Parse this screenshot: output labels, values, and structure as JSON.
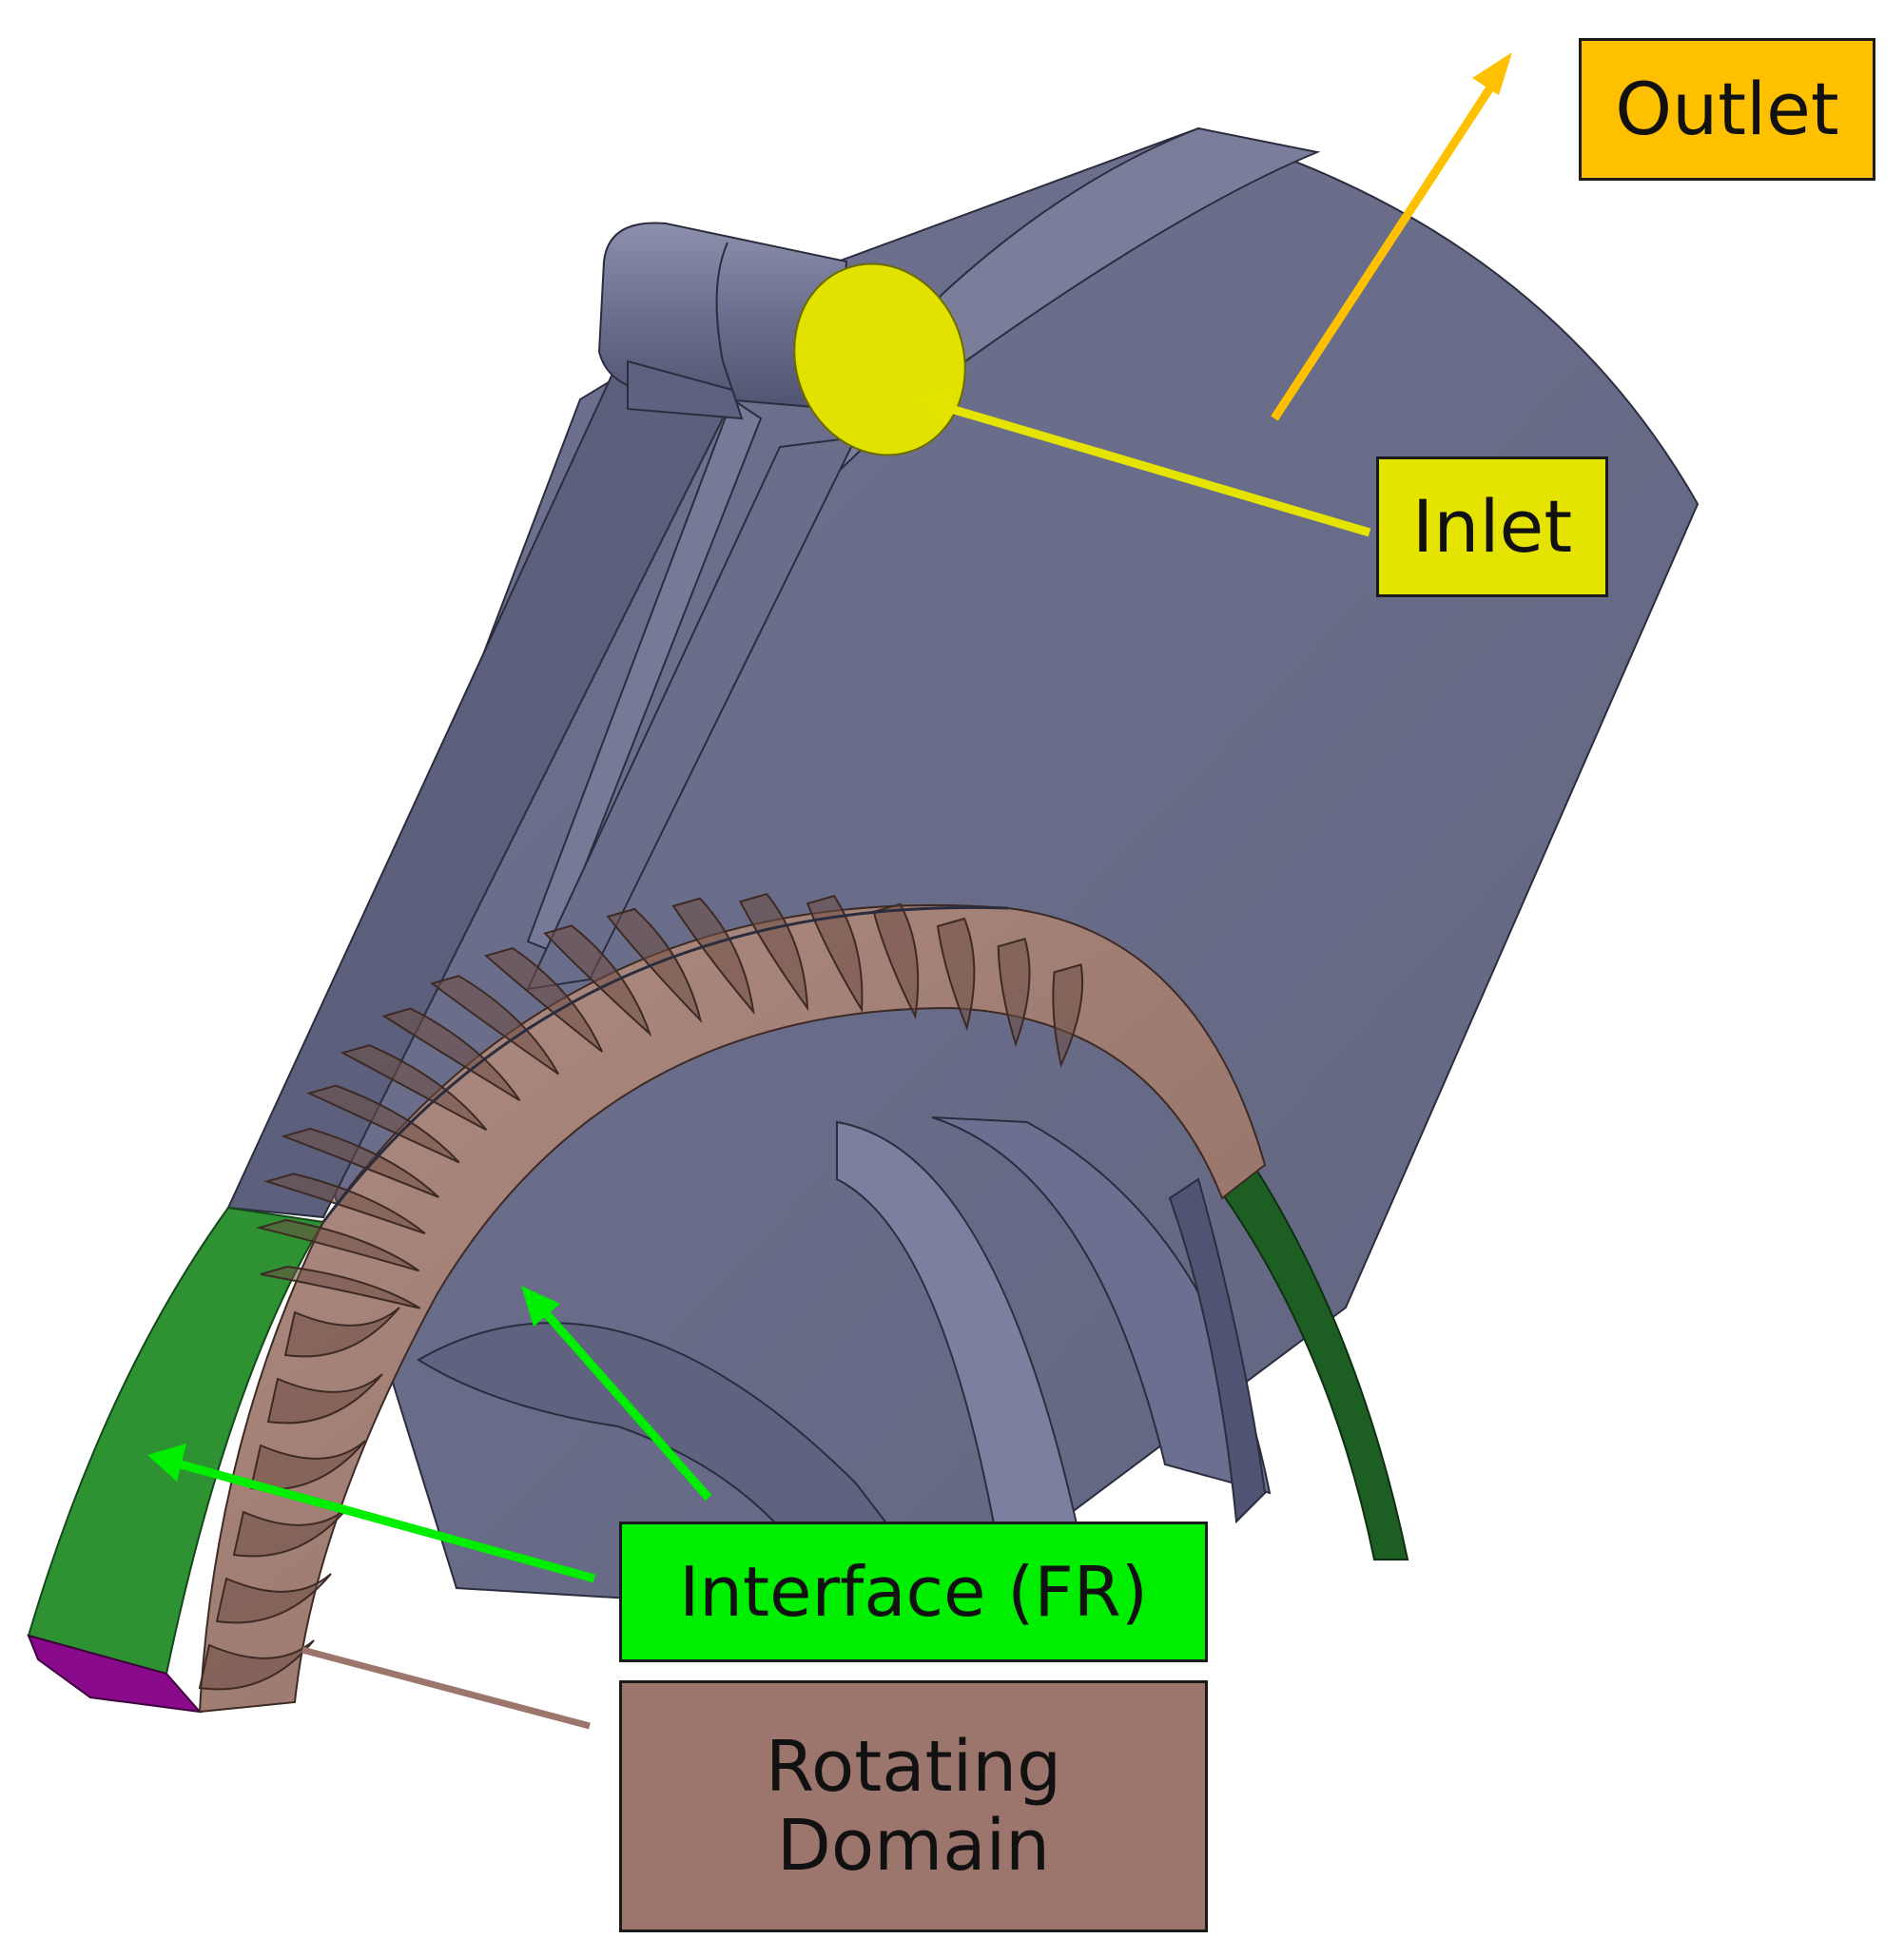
{
  "labels": {
    "outlet": "Outlet",
    "inlet": "Inlet",
    "interface": "Interface (FR)",
    "rotating_line1": "Rotating",
    "rotating_line2": "Domain"
  },
  "colors": {
    "outlet": "#ffc000",
    "inlet": "#e4e400",
    "interface": "#00ee00",
    "rotating": "#9c756c",
    "housing": "#666a87",
    "housing_dark": "#55597a",
    "housing_light": "#7d809d",
    "interface_face": "#2e9232",
    "interface_face_dark": "#1d5e22",
    "runner": "#a9867c",
    "runner_dark": "#6e4d44",
    "outlet_face": "#8a0a8c",
    "inlet_face": "#e2e200"
  }
}
